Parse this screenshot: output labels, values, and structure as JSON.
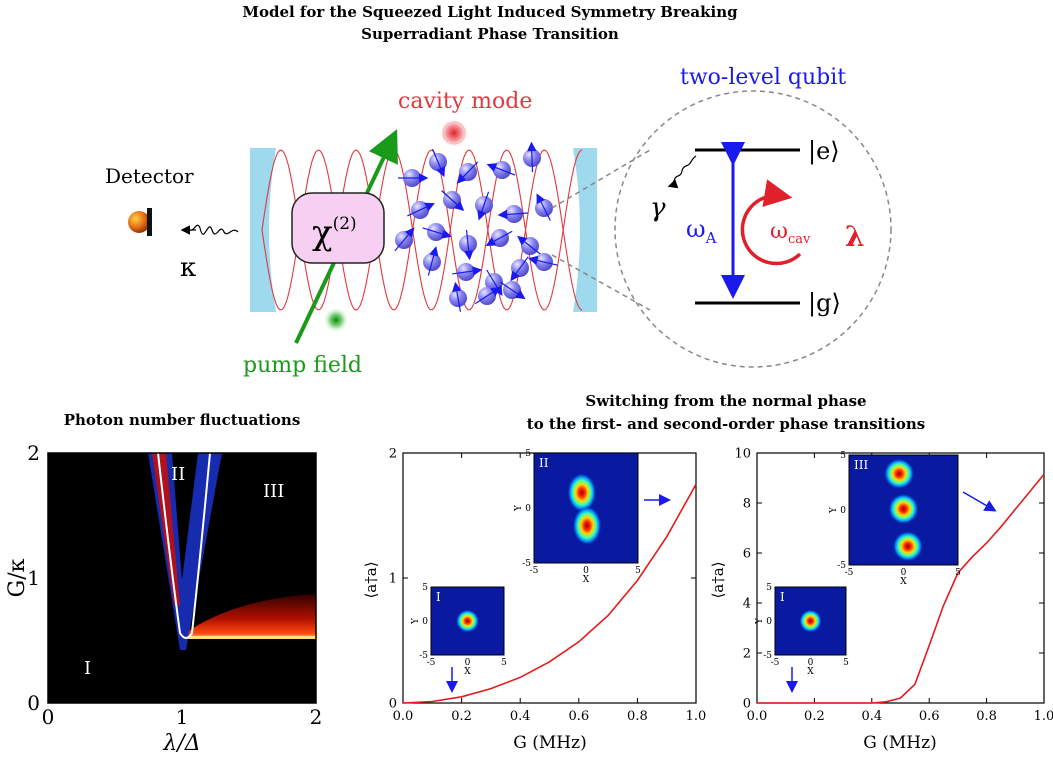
{
  "header": {
    "title_line1": "Model for the Squeezed Light Induced Symmetry Breaking",
    "title_line2": "Superradiant Phase Transition"
  },
  "schematic": {
    "detector_label": "Detector",
    "kappa_label": "κ",
    "chi_label": "χ",
    "chi_sup": "(2)",
    "pump_label": "pump field",
    "cavity_label": "cavity mode",
    "qubit_title": "two-level qubit",
    "excited_state": "|e⟩",
    "ground_state": "|g⟩",
    "omega_a": "ω",
    "omega_a_sub": "A",
    "omega_cav": "ω",
    "omega_cav_sub": "cav",
    "lambda_label": "λ",
    "gamma_label": "γ",
    "colors": {
      "cavity": "#e0393e",
      "pump": "#1a9a1a",
      "qubit": "#1a1aee",
      "mirror": "#9fd9ee",
      "chi_box": "#f7cff2"
    }
  },
  "panel_a": {
    "title": "Photon number fluctuations",
    "xlabel": "λ/Δ",
    "ylabel": "G/κ",
    "xticks": [
      "0",
      "1",
      "2"
    ],
    "yticks": [
      "0",
      "1",
      "2"
    ],
    "region_I": "I",
    "region_II": "II",
    "region_III": "III"
  },
  "middle_title": {
    "line1": "Switching from the normal phase",
    "line2": "to the first- and second-order phase transitions"
  },
  "panel_b": {
    "xlabel": "G (MHz)",
    "ylabel": "⟨a†a⟩",
    "xticks": [
      "0.0",
      "0.2",
      "0.4",
      "0.6",
      "0.8",
      "1.0"
    ],
    "yticks": [
      "0",
      "1",
      "2"
    ],
    "inset_small": {
      "label": "I",
      "xlabel": "X",
      "ylabel": "Y",
      "ticks": [
        "-5",
        "0",
        "5"
      ]
    },
    "inset_large": {
      "label": "II",
      "xlabel": "X",
      "ylabel": "Y",
      "ticks": [
        "-5",
        "0",
        "5"
      ]
    }
  },
  "panel_c": {
    "xlabel": "G (MHz)",
    "ylabel": "⟨a†a⟩",
    "xticks": [
      "0.0",
      "0.2",
      "0.4",
      "0.6",
      "0.8",
      "1.0"
    ],
    "yticks": [
      "0",
      "2",
      "4",
      "6",
      "8",
      "10"
    ],
    "inset_small": {
      "label": "I",
      "xlabel": "X",
      "ylabel": "Y",
      "ticks": [
        "-5",
        "0",
        "5"
      ]
    },
    "inset_large": {
      "label": "III",
      "xlabel": "X",
      "ylabel": "Y",
      "ticks": [
        "-5",
        "0",
        "5"
      ]
    }
  },
  "chart_data": [
    {
      "type": "line",
      "x": [
        0.0,
        0.1,
        0.2,
        0.3,
        0.4,
        0.5,
        0.6,
        0.7,
        0.8,
        0.9,
        1.0
      ],
      "series": [
        {
          "values": [
            0.0,
            0.012,
            0.05,
            0.115,
            0.205,
            0.33,
            0.49,
            0.7,
            0.98,
            1.33,
            1.75
          ]
        }
      ],
      "xlim": [
        0.0,
        1.0
      ],
      "ylim": [
        0,
        2
      ],
      "xlabel": "G (MHz)",
      "ylabel": "⟨a†a⟩",
      "color": "#e41a1c"
    },
    {
      "type": "line",
      "x": [
        0.0,
        0.4,
        0.45,
        0.5,
        0.55,
        0.6,
        0.65,
        0.7,
        0.75,
        0.8,
        0.85,
        0.9,
        0.95,
        1.0
      ],
      "series": [
        {
          "values": [
            0.0,
            0.0,
            0.05,
            0.2,
            0.75,
            2.3,
            3.9,
            5.2,
            5.85,
            6.4,
            7.05,
            7.75,
            8.45,
            9.15
          ]
        }
      ],
      "xlim": [
        0.0,
        1.0
      ],
      "ylim": [
        0,
        10
      ],
      "xlabel": "G (MHz)",
      "ylabel": "⟨a†a⟩",
      "color": "#e41a1c"
    }
  ]
}
